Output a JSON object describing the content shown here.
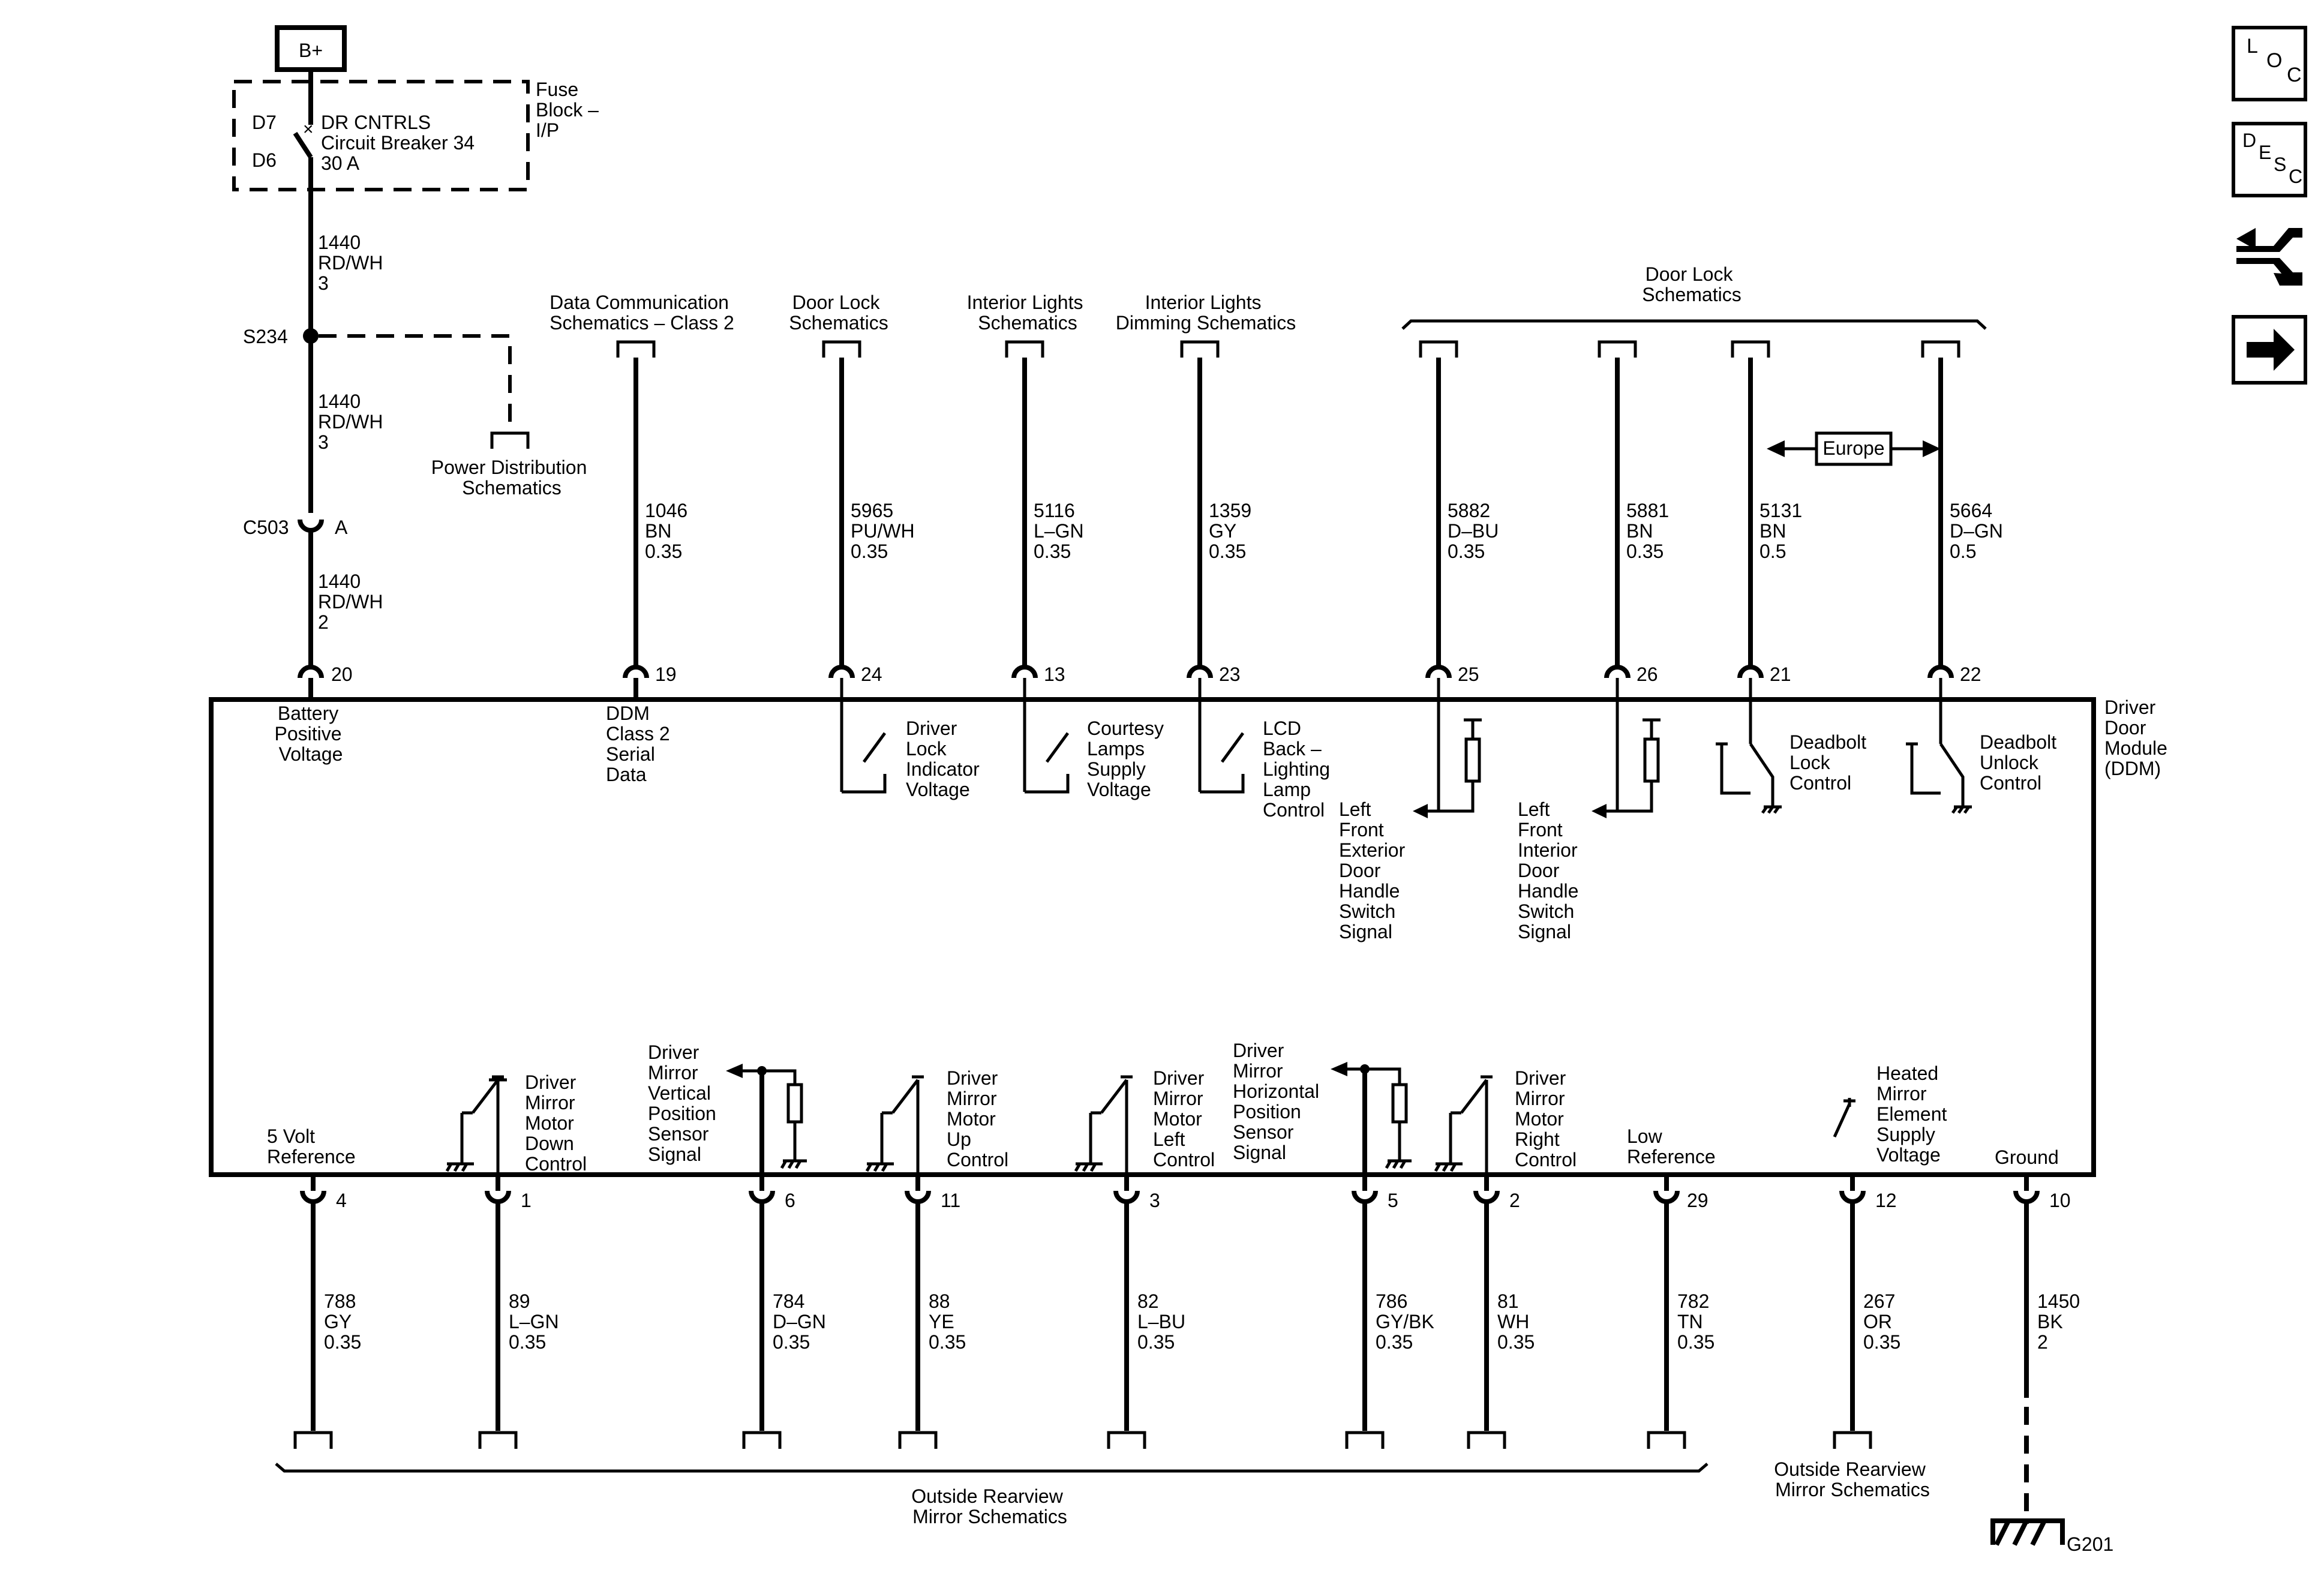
{
  "power": {
    "source": "B+",
    "fuse_block": [
      "Fuse",
      "Block –",
      "I/P"
    ],
    "breaker_top_pin": "D7",
    "breaker_bottom_pin": "D6",
    "breaker_lines": [
      "DR CNTRLS",
      "Circuit Breaker 34",
      "30 A"
    ],
    "wire_a": [
      "1440",
      "RD/WH",
      "3"
    ],
    "splice": "S234",
    "wire_b": [
      "1440",
      "RD/WH",
      "3"
    ],
    "power_dist": [
      "Power Distribution",
      "Schematics"
    ],
    "connector": "C503",
    "connector_pin": "A",
    "wire_c": [
      "1440",
      "RD/WH",
      "2"
    ]
  },
  "module": {
    "name": [
      "Driver",
      "Door",
      "Module",
      "(DDM)"
    ]
  },
  "top_destinations": {
    "data_comm": [
      "Data Communication",
      "Schematics – Class 2"
    ],
    "door_lock": [
      "Door Lock",
      "Schematics"
    ],
    "interior_lights": [
      "Interior Lights",
      "Schematics"
    ],
    "dimming": [
      "Interior Lights",
      "Dimming Schematics"
    ],
    "door_lock_group": [
      "Door Lock",
      "Schematics"
    ],
    "europe": "Europe"
  },
  "top_circuits": [
    {
      "pin": "20",
      "wire": [
        "1440",
        "RD/WH",
        "2"
      ],
      "label": [
        "Battery",
        "Positive",
        "Voltage"
      ]
    },
    {
      "pin": "19",
      "wire": [
        "1046",
        "BN",
        "0.35"
      ],
      "label": [
        "DDM",
        "Class 2",
        "Serial",
        "Data"
      ]
    },
    {
      "pin": "24",
      "wire": [
        "5965",
        "PU/WH",
        "0.35"
      ],
      "label": [
        "Driver",
        "Lock",
        "Indicator",
        "Voltage"
      ]
    },
    {
      "pin": "13",
      "wire": [
        "5116",
        "L–GN",
        "0.35"
      ],
      "label": [
        "Courtesy",
        "Lamps",
        "Supply",
        "Voltage"
      ]
    },
    {
      "pin": "23",
      "wire": [
        "1359",
        "GY",
        "0.35"
      ],
      "label": [
        "LCD",
        "Back –",
        "Lighting",
        "Lamp",
        "Control"
      ]
    },
    {
      "pin": "25",
      "wire": [
        "5882",
        "D–BU",
        "0.35"
      ],
      "label": [
        "Left",
        "Front",
        "Exterior",
        "Door",
        "Handle",
        "Switch",
        "Signal"
      ]
    },
    {
      "pin": "26",
      "wire": [
        "5881",
        "BN",
        "0.35"
      ],
      "label": [
        "Left",
        "Front",
        "Interior",
        "Door",
        "Handle",
        "Switch",
        "Signal"
      ]
    },
    {
      "pin": "21",
      "wire": [
        "5131",
        "BN",
        "0.5"
      ],
      "label": [
        "Deadbolt",
        "Lock",
        "Control"
      ]
    },
    {
      "pin": "22",
      "wire": [
        "5664",
        "D–GN",
        "0.5"
      ],
      "label": [
        "Deadbolt",
        "Unlock",
        "Control"
      ]
    }
  ],
  "bottom_circuits": [
    {
      "pin": "4",
      "wire": [
        "788",
        "GY",
        "0.35"
      ],
      "label": [
        "5 Volt",
        "Reference"
      ]
    },
    {
      "pin": "1",
      "wire": [
        "89",
        "L–GN",
        "0.35"
      ],
      "label": [
        "Driver",
        "Mirror",
        "Motor",
        "Down",
        "Control"
      ]
    },
    {
      "pin": "6",
      "wire": [
        "784",
        "D–GN",
        "0.35"
      ],
      "label": [
        "Driver",
        "Mirror",
        "Vertical",
        "Position",
        "Sensor",
        "Signal"
      ]
    },
    {
      "pin": "11",
      "wire": [
        "88",
        "YE",
        "0.35"
      ],
      "label": [
        "Driver",
        "Mirror",
        "Motor",
        "Up",
        "Control"
      ]
    },
    {
      "pin": "3",
      "wire": [
        "82",
        "L–BU",
        "0.35"
      ],
      "label": [
        "Driver",
        "Mirror",
        "Motor",
        "Left",
        "Control"
      ]
    },
    {
      "pin": "5",
      "wire": [
        "786",
        "GY/BK",
        "0.35"
      ],
      "label": [
        "Driver",
        "Mirror",
        "Horizontal",
        "Position",
        "Sensor",
        "Signal"
      ]
    },
    {
      "pin": "2",
      "wire": [
        "81",
        "WH",
        "0.35"
      ],
      "label": [
        "Driver",
        "Mirror",
        "Motor",
        "Right",
        "Control"
      ]
    },
    {
      "pin": "29",
      "wire": [
        "782",
        "TN",
        "0.35"
      ],
      "label": [
        "Low",
        "Reference"
      ]
    },
    {
      "pin": "12",
      "wire": [
        "267",
        "OR",
        "0.35"
      ],
      "label": [
        "Heated",
        "Mirror",
        "Element",
        "Supply",
        "Voltage"
      ]
    },
    {
      "pin": "10",
      "wire": [
        "1450",
        "BK",
        "2"
      ],
      "label": [
        "Ground"
      ]
    }
  ],
  "bottom_destinations": {
    "mirror_group": [
      "Outside Rearview",
      "Mirror Schematics"
    ],
    "mirror_single": [
      "Outside Rearview",
      "Mirror Schematics"
    ],
    "ground": "G201"
  },
  "nav_buttons": [
    {
      "name": "loc-button",
      "icon": "loc-icon",
      "text": "LOC"
    },
    {
      "name": "desc-button",
      "icon": "desc-icon",
      "text": "DESC"
    },
    {
      "name": "connector-button",
      "icon": "connector-icon",
      "text": ""
    },
    {
      "name": "next-button",
      "icon": "arrow-right-icon",
      "text": ""
    }
  ]
}
